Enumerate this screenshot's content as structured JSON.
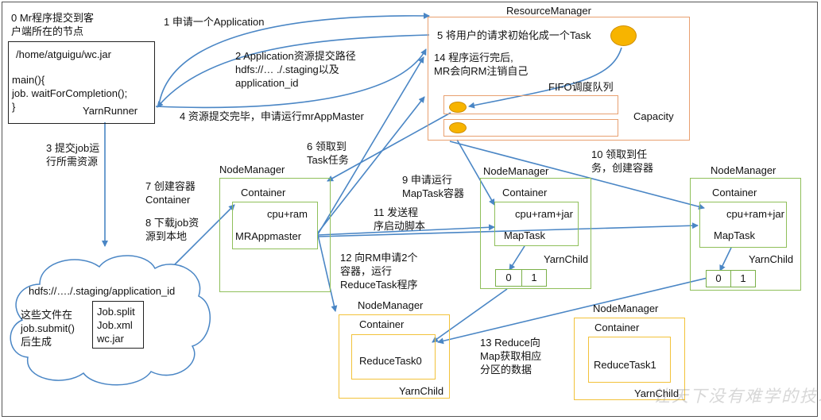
{
  "client": {
    "caption": "0 Mr程序提交到客\n户端所在的节点",
    "jar_path": "/home/atguigu/wc.jar",
    "code": "main(){\n  job. waitForCompletion();\n}",
    "runner": "YarnRunner"
  },
  "resource_manager": {
    "title": "ResourceManager",
    "step5": "5 将用户的请求初始化成一个Task",
    "step14": "14 程序运行完后,\nMR会向RM注销自己",
    "fifo": "FIFO调度队列",
    "capacity": "Capacity"
  },
  "steps": {
    "s1": "1 申请一个Application",
    "s2": "2 Application资源提交路径\nhdfs://… ./.staging以及\napplication_id",
    "s3": "3 提交job运\n行所需资源",
    "s4": "4 资源提交完毕，申请运行mrAppMaster",
    "s6": "6 领取到\nTask任务",
    "s7": "7 创建容器\nContainer",
    "s8": "8 下载job资\n源到本地",
    "s9": "9 申请运行\nMapTask容器",
    "s10": "10 领取到任\n务，创建容器",
    "s11": "11 发送程\n序启动脚本",
    "s12": "12 向RM申请2个\n容器，运行\nReduceTask程序",
    "s13": "13 Reduce向\nMap获取相应\n分区的数据"
  },
  "hdfs": {
    "path": "hdfs://…./.staging/application_id",
    "note": "这些文件在\njob.submit()\n后生成",
    "files": "Job.split\nJob.xml\nwc.jar"
  },
  "node_managers": [
    {
      "title": "NodeManager",
      "container": "Container",
      "res": "cpu+ram",
      "task": "MRAppmaster",
      "child": ""
    },
    {
      "title": "NodeManager",
      "container": "Container",
      "res": "cpu+ram+jar",
      "task": "MapTask",
      "child": "YarnChild",
      "cells": [
        "0",
        "1"
      ]
    },
    {
      "title": "NodeManager",
      "container": "Container",
      "res": "cpu+ram+jar",
      "task": "MapTask",
      "child": "YarnChild",
      "cells": [
        "0",
        "1"
      ]
    },
    {
      "title": "NodeManager",
      "container": "Container",
      "res": "",
      "task": "ReduceTask0",
      "child": "YarnChild"
    },
    {
      "title": "NodeManager",
      "container": "Container",
      "res": "",
      "task": "ReduceTask1",
      "child": "YarnChild"
    }
  ],
  "watermark": "让天下没有难学的技术",
  "colors": {
    "arrow": "#4a86c5",
    "orange": "#e8a070",
    "green": "#8fbf5a",
    "gold": "#f2c23a",
    "dot": "#f7b400"
  }
}
